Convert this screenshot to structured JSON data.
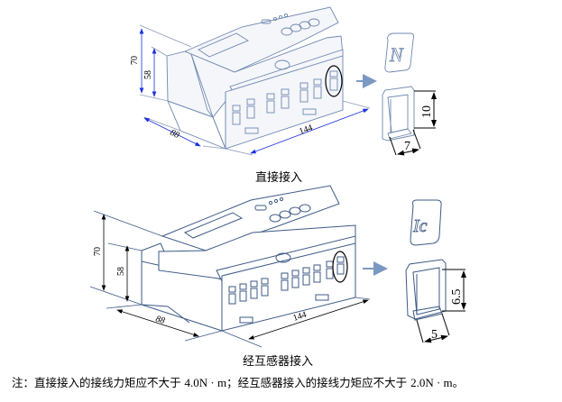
{
  "figures": [
    {
      "id": "direct",
      "caption": "直接接入",
      "dimensions": {
        "height_total": "70",
        "height_body": "58",
        "depth": "88",
        "width": "144"
      },
      "detail": {
        "label_glyph": "N",
        "opening_height": "10",
        "opening_width": "7"
      }
    },
    {
      "id": "ct",
      "caption": "经互感器接入",
      "dimensions": {
        "height_total": "70",
        "height_body": "58",
        "depth": "88",
        "width": "144"
      },
      "detail": {
        "label_glyph": "Ic",
        "opening_height": "6.5",
        "opening_width": "5"
      }
    }
  ],
  "note": {
    "prefix": "注：直接接入的接线力矩应不大于 ",
    "value1": "4.0N · m",
    "middle": "；经互感器接入的接线力矩应不大于 ",
    "value2": "2.0N · m",
    "suffix": "。"
  },
  "colors": {
    "outline_top": "#6f88b0",
    "outline_bottom": "#3d5a86",
    "dim_arrow_top": "#1a2fe0",
    "dim_arrow_bottom": "#000000",
    "pointer_arrow": "#7b98c2"
  }
}
